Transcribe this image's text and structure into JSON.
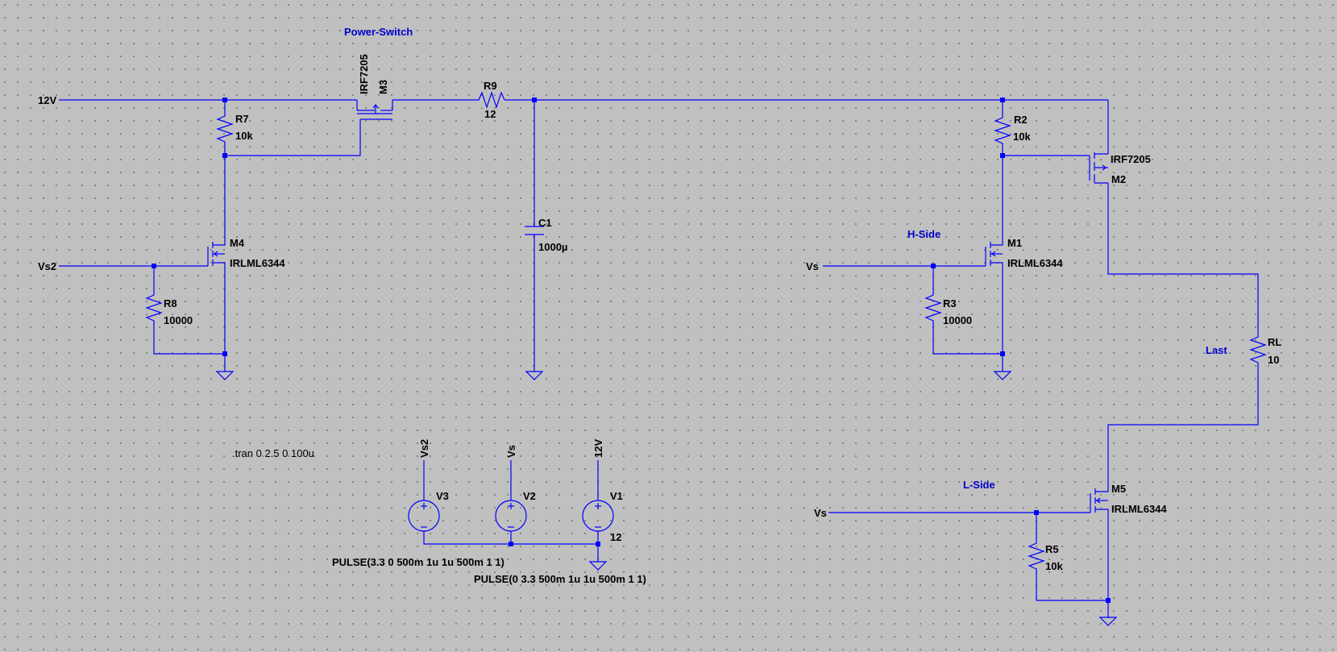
{
  "colors": {
    "background": "#c0c0c0",
    "wire": "#0000ff",
    "text": "#000000",
    "net_label": "#0000cc"
  },
  "net_labels": {
    "power_switch": "Power-Switch",
    "h_side": "H-Side",
    "l_side": "L-Side",
    "last": "Last"
  },
  "ports": {
    "v12_left": "12V",
    "vs2_left": "Vs2",
    "vs_h": "Vs",
    "vs_l": "Vs",
    "v3_top": "Vs2",
    "v2_top": "Vs",
    "v1_top": "12V"
  },
  "components": {
    "M3": {
      "name": "M3",
      "model": "IRF7205"
    },
    "M4": {
      "name": "M4",
      "model": "IRLML6344"
    },
    "M1": {
      "name": "M1",
      "model": "IRLML6344"
    },
    "M2": {
      "name": "M2",
      "model": "IRF7205"
    },
    "M5": {
      "name": "M5",
      "model": "IRLML6344"
    },
    "R7": {
      "name": "R7",
      "value": "10k"
    },
    "R8": {
      "name": "R8",
      "value": "10000"
    },
    "R9": {
      "name": "R9",
      "value": "12"
    },
    "C1": {
      "name": "C1",
      "value": "1000µ"
    },
    "R2": {
      "name": "R2",
      "value": "10k"
    },
    "R3": {
      "name": "R3",
      "value": "10000"
    },
    "RL": {
      "name": "RL",
      "value": "10"
    },
    "R5": {
      "name": "R5",
      "value": "10k"
    },
    "V3": {
      "name": "V3",
      "value": "PULSE(3.3 0 500m 1u 1u 500m 1 1)"
    },
    "V2": {
      "name": "V2",
      "value": "PULSE(0 3.3 500m 1u 1u 500m 1 1)"
    },
    "V1": {
      "name": "V1",
      "value": "12"
    }
  },
  "directive": ".tran 0 2.5 0 100u"
}
